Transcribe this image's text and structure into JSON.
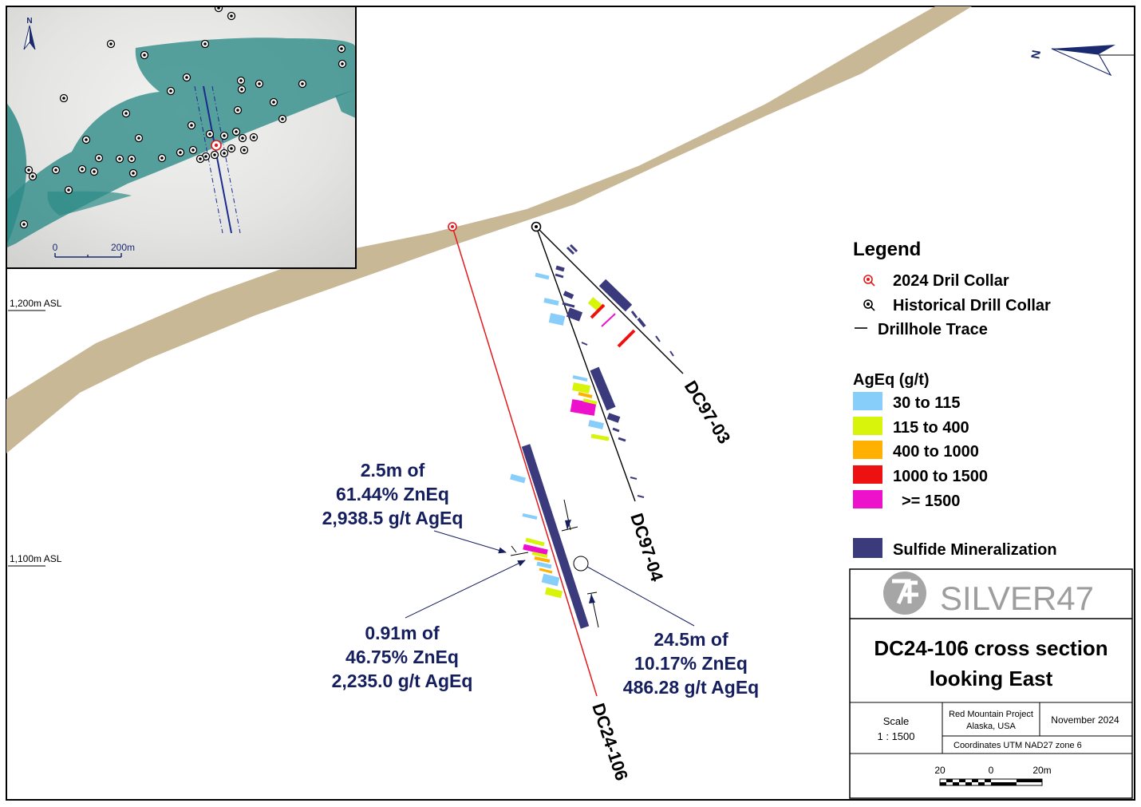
{
  "colors": {
    "formation": "#c9b896",
    "sulfide": "#3b3a7c",
    "bin_30_115": "#87cefa",
    "bin_115_400": "#d7f40a",
    "bin_400_1000": "#ffb000",
    "bin_1000_1500": "#ee1111",
    "bin_1500": "#ee11cc",
    "trace_2024": "#e31a1c",
    "trace_hist": "#000000",
    "callout_text": "#151e5e",
    "inset_teal": "#2e8b88"
  },
  "elevations": [
    {
      "label": "1,200m ASL"
    },
    {
      "label": "1,100m ASL"
    }
  ],
  "holes": {
    "dc24_106": "DC24-106",
    "dc97_03": "DC97-03",
    "dc97_04": "DC97-04"
  },
  "callouts": [
    {
      "line1": "2.5m of",
      "line2": "61.44% ZnEq",
      "line3": "2,938.5 g/t AgEq"
    },
    {
      "line1": "0.91m of",
      "line2": "46.75% ZnEq",
      "line3": "2,235.0 g/t AgEq"
    },
    {
      "line1": "24.5m of",
      "line2": "10.17% ZnEq",
      "line3": "486.28 g/t AgEq"
    }
  ],
  "legend": {
    "title": "Legend",
    "collar_2024": "2024 Dril Collar",
    "collar_hist": "Historical Drill Collar",
    "trace": "Drillhole Trace",
    "ageq_title": "AgEq (g/t)",
    "bins": [
      "30 to 115",
      "115 to 400",
      "400 to 1000",
      "1000 to 1500",
      ">= 1500"
    ],
    "sulfide": "Sulfide Mineralization"
  },
  "title_block": {
    "logo_text": "SILVER47",
    "title_line1": "DC24-106 cross section",
    "title_line2": "looking East",
    "scale_label": "Scale",
    "scale_value": "1 : 1500",
    "project_line1": "Red Mountain Project",
    "project_line2": "Alaska, USA",
    "date": "November 2024",
    "coords": "Coordinates UTM NAD27 zone 6",
    "bar_left": "20",
    "bar_mid": "0",
    "bar_right": "20m"
  },
  "inset": {
    "north": "N",
    "scale_zero": "0",
    "scale_end": "200m"
  },
  "north_arrow": {
    "label": "N"
  }
}
